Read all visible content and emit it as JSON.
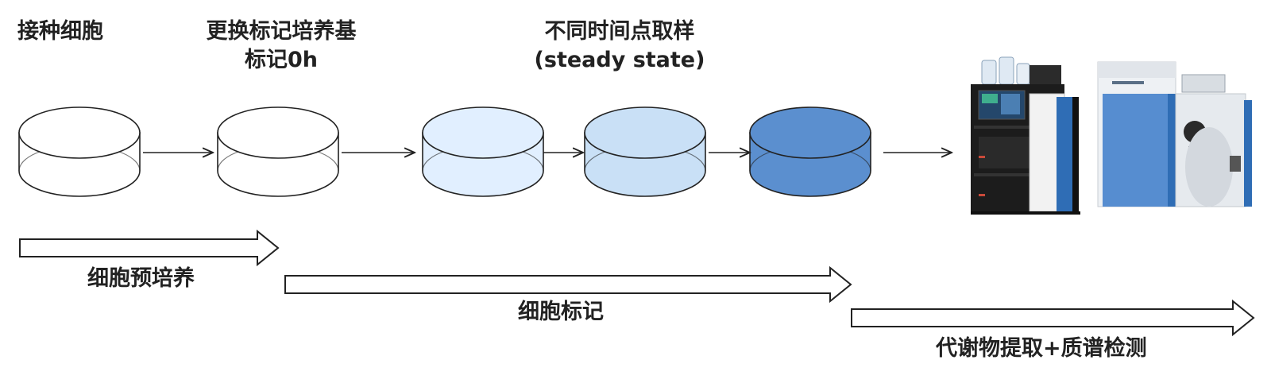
{
  "steps": {
    "seed": "接种细胞",
    "change_medium": "更换标记培养基",
    "label_0h": "标记0h",
    "sampling": "不同时间点取样",
    "steady_state": "(steady state)"
  },
  "phases": {
    "preculture": "细胞预培养",
    "labeling": "细胞标记",
    "extraction": "代谢物提取+质谱检测"
  },
  "dishes": [
    {
      "name": "dish-seed",
      "fill": "#ffffff"
    },
    {
      "name": "dish-medium-change",
      "fill": "#ffffff"
    },
    {
      "name": "dish-sample-early",
      "fill": "#e1efff"
    },
    {
      "name": "dish-sample-mid",
      "fill": "#c9e0f6"
    },
    {
      "name": "dish-sample-steady",
      "fill": "#5b8fcf"
    }
  ],
  "colors": {
    "outline": "#222222",
    "instrument_dark": "#1c1c1c",
    "instrument_light": "#eef1f4",
    "instrument_blue": "#2f6db5"
  }
}
